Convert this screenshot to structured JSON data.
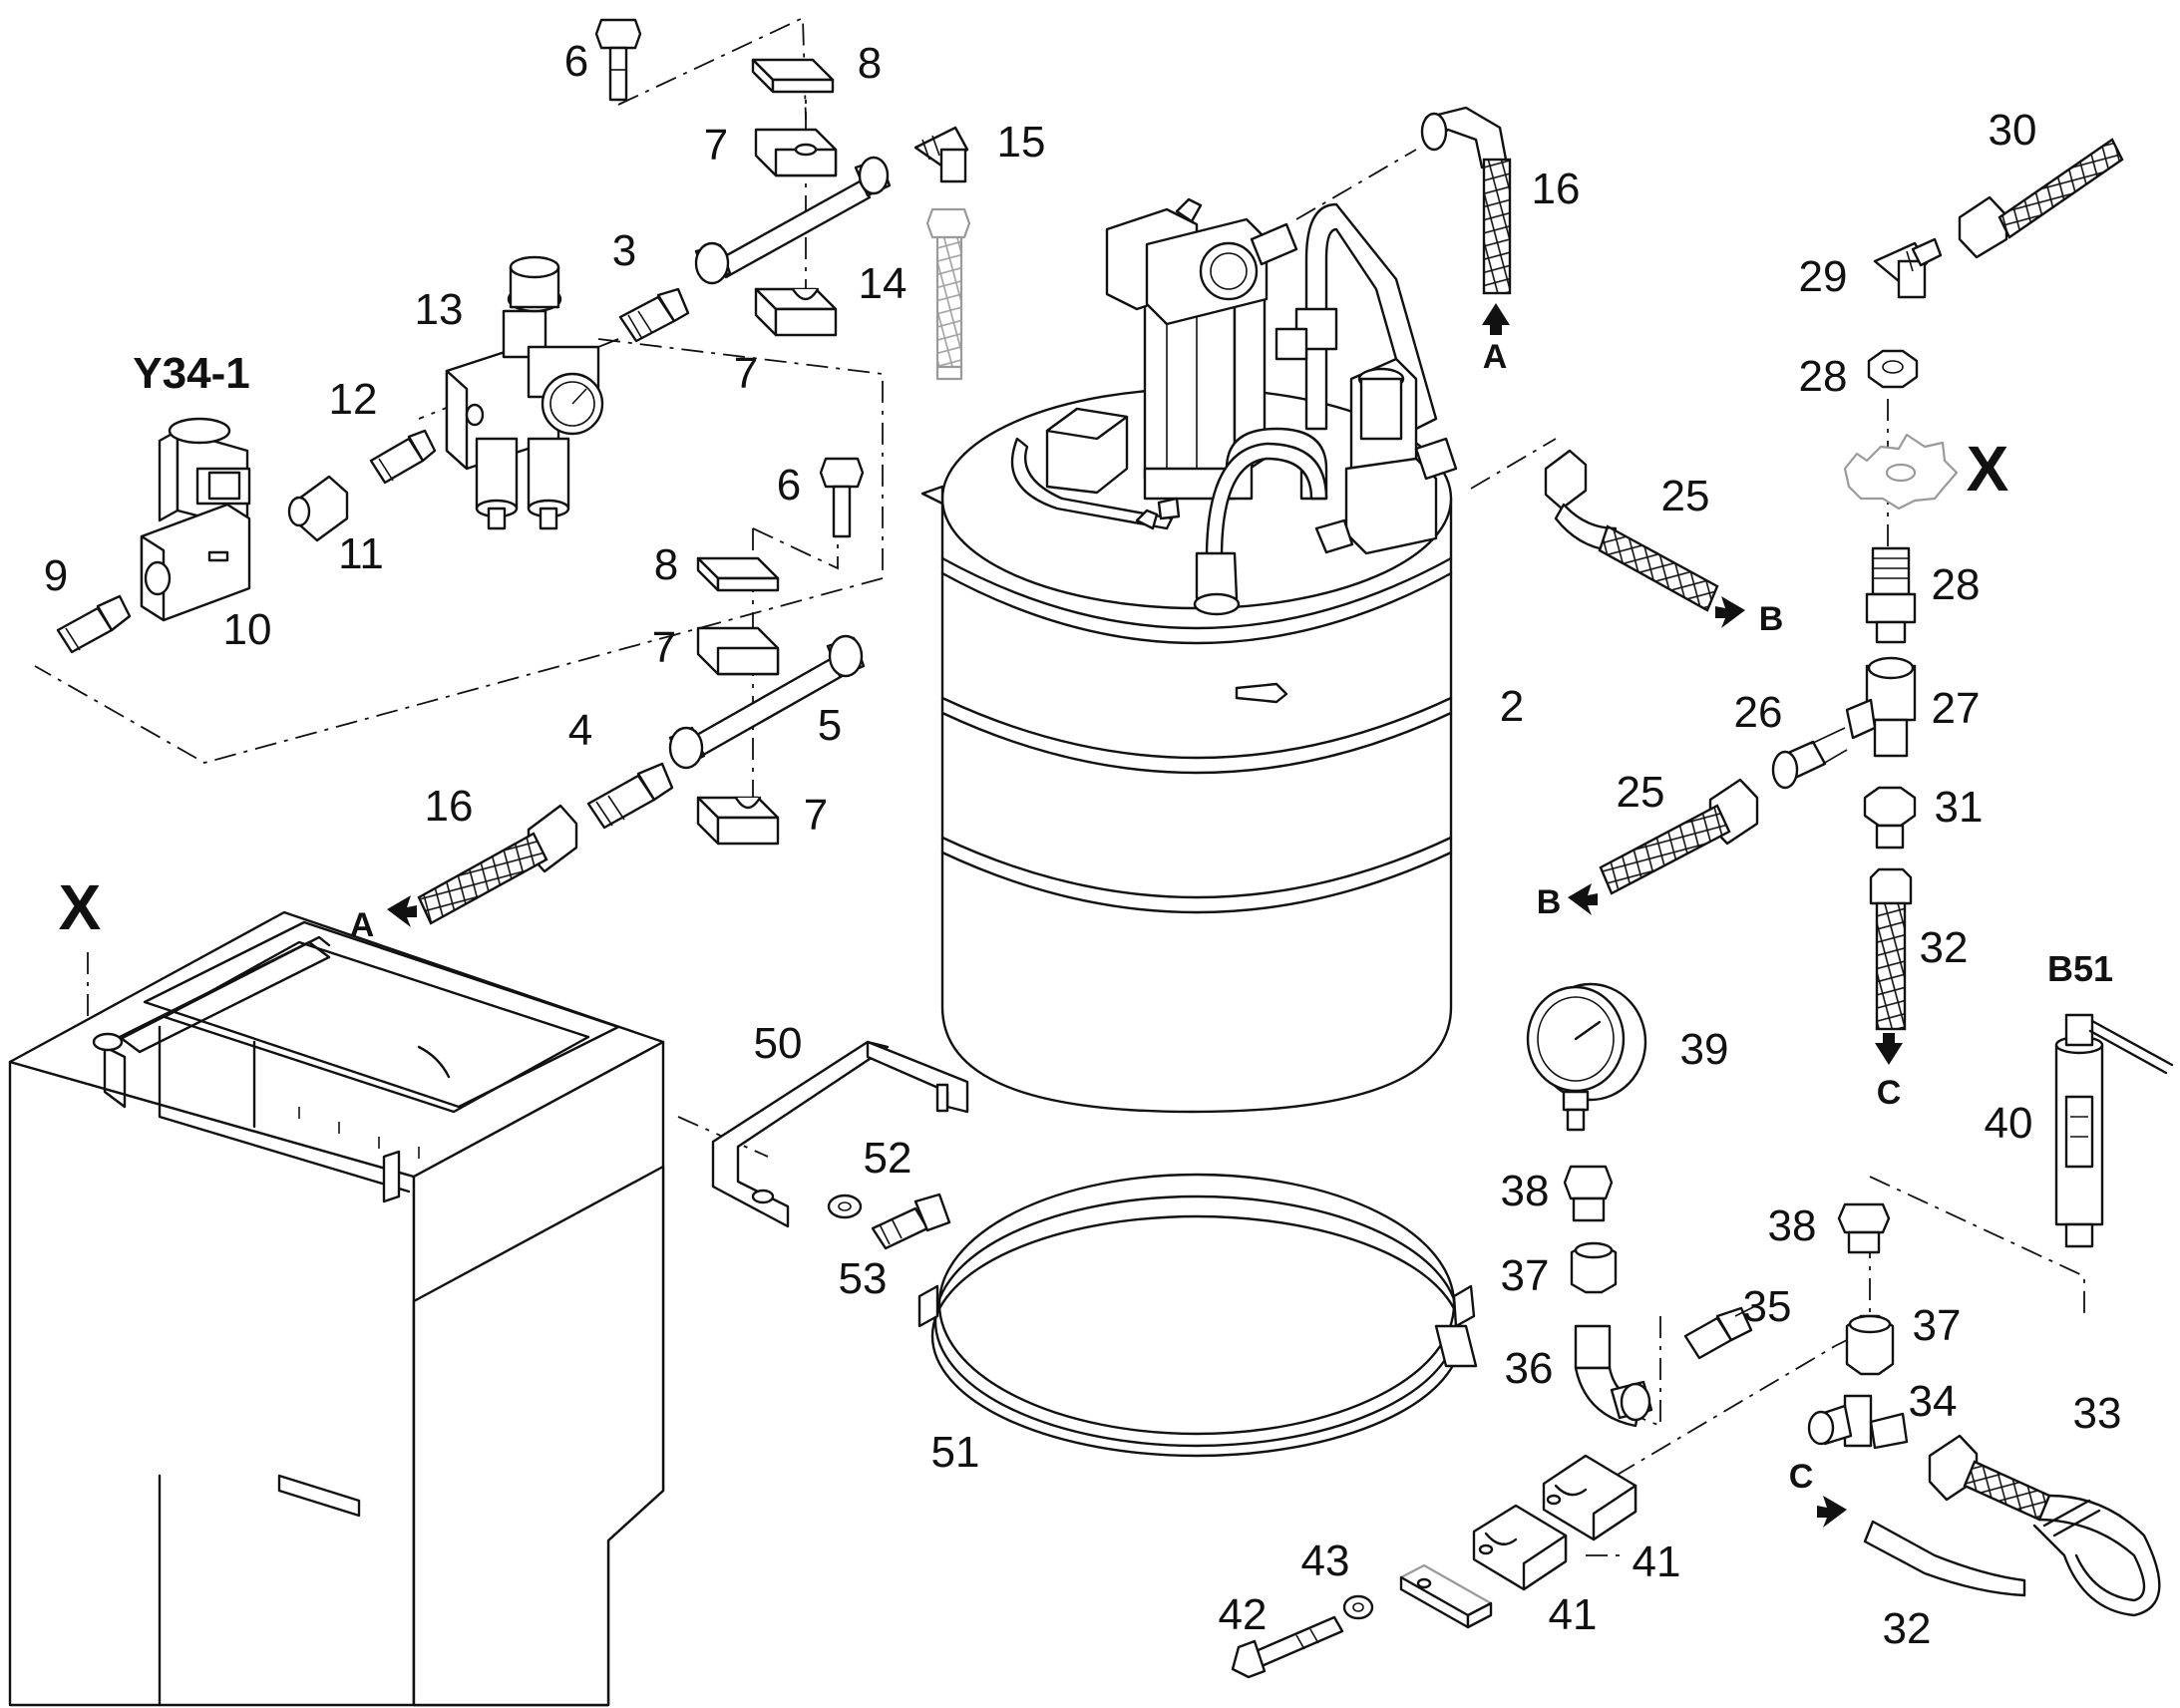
{
  "labels": [
    {
      "id": "l-6a",
      "text": "6"
    },
    {
      "id": "l-8a",
      "text": "8"
    },
    {
      "id": "l-7a",
      "text": "7"
    },
    {
      "id": "l-15",
      "text": "15"
    },
    {
      "id": "l-16a",
      "text": "16"
    },
    {
      "id": "l-30",
      "text": "30"
    },
    {
      "id": "l-3",
      "text": "3"
    },
    {
      "id": "l-14",
      "text": "14"
    },
    {
      "id": "l-13",
      "text": "13"
    },
    {
      "id": "l-7b",
      "text": "7"
    },
    {
      "id": "l-y34",
      "text": "Y34-1"
    },
    {
      "id": "l-12",
      "text": "12"
    },
    {
      "id": "l-29",
      "text": "29"
    },
    {
      "id": "l-28a",
      "text": "28"
    },
    {
      "id": "l-A1",
      "text": "A"
    },
    {
      "id": "l-Xa",
      "text": "X"
    },
    {
      "id": "l-6b",
      "text": "6"
    },
    {
      "id": "l-25a",
      "text": "25"
    },
    {
      "id": "l-11",
      "text": "11"
    },
    {
      "id": "l-8b",
      "text": "8"
    },
    {
      "id": "l-9",
      "text": "9"
    },
    {
      "id": "l-28b",
      "text": "28"
    },
    {
      "id": "l-B1",
      "text": "B"
    },
    {
      "id": "l-10",
      "text": "10"
    },
    {
      "id": "l-7c",
      "text": "7"
    },
    {
      "id": "l-2",
      "text": "2"
    },
    {
      "id": "l-26",
      "text": "26"
    },
    {
      "id": "l-27",
      "text": "27"
    },
    {
      "id": "l-4",
      "text": "4"
    },
    {
      "id": "l-5",
      "text": "5"
    },
    {
      "id": "l-25b",
      "text": "25"
    },
    {
      "id": "l-16b",
      "text": "16"
    },
    {
      "id": "l-7d",
      "text": "7"
    },
    {
      "id": "l-31",
      "text": "31"
    },
    {
      "id": "l-B2",
      "text": "B"
    },
    {
      "id": "l-Xb",
      "text": "X"
    },
    {
      "id": "l-A2",
      "text": "A"
    },
    {
      "id": "l-32a",
      "text": "32"
    },
    {
      "id": "l-b51",
      "text": "B51"
    },
    {
      "id": "l-50",
      "text": "50"
    },
    {
      "id": "l-39",
      "text": "39"
    },
    {
      "id": "l-C1",
      "text": "C"
    },
    {
      "id": "l-40",
      "text": "40"
    },
    {
      "id": "l-52",
      "text": "52"
    },
    {
      "id": "l-38a",
      "text": "38"
    },
    {
      "id": "l-38b",
      "text": "38"
    },
    {
      "id": "l-53",
      "text": "53"
    },
    {
      "id": "l-37a",
      "text": "37"
    },
    {
      "id": "l-35",
      "text": "35"
    },
    {
      "id": "l-37b",
      "text": "37"
    },
    {
      "id": "l-36",
      "text": "36"
    },
    {
      "id": "l-34",
      "text": "34"
    },
    {
      "id": "l-33",
      "text": "33"
    },
    {
      "id": "l-51",
      "text": "51"
    },
    {
      "id": "l-C2",
      "text": "C"
    },
    {
      "id": "l-41a",
      "text": "41"
    },
    {
      "id": "l-43",
      "text": "43"
    },
    {
      "id": "l-41b",
      "text": "41"
    },
    {
      "id": "l-42",
      "text": "42"
    },
    {
      "id": "l-32b",
      "text": "32"
    }
  ]
}
